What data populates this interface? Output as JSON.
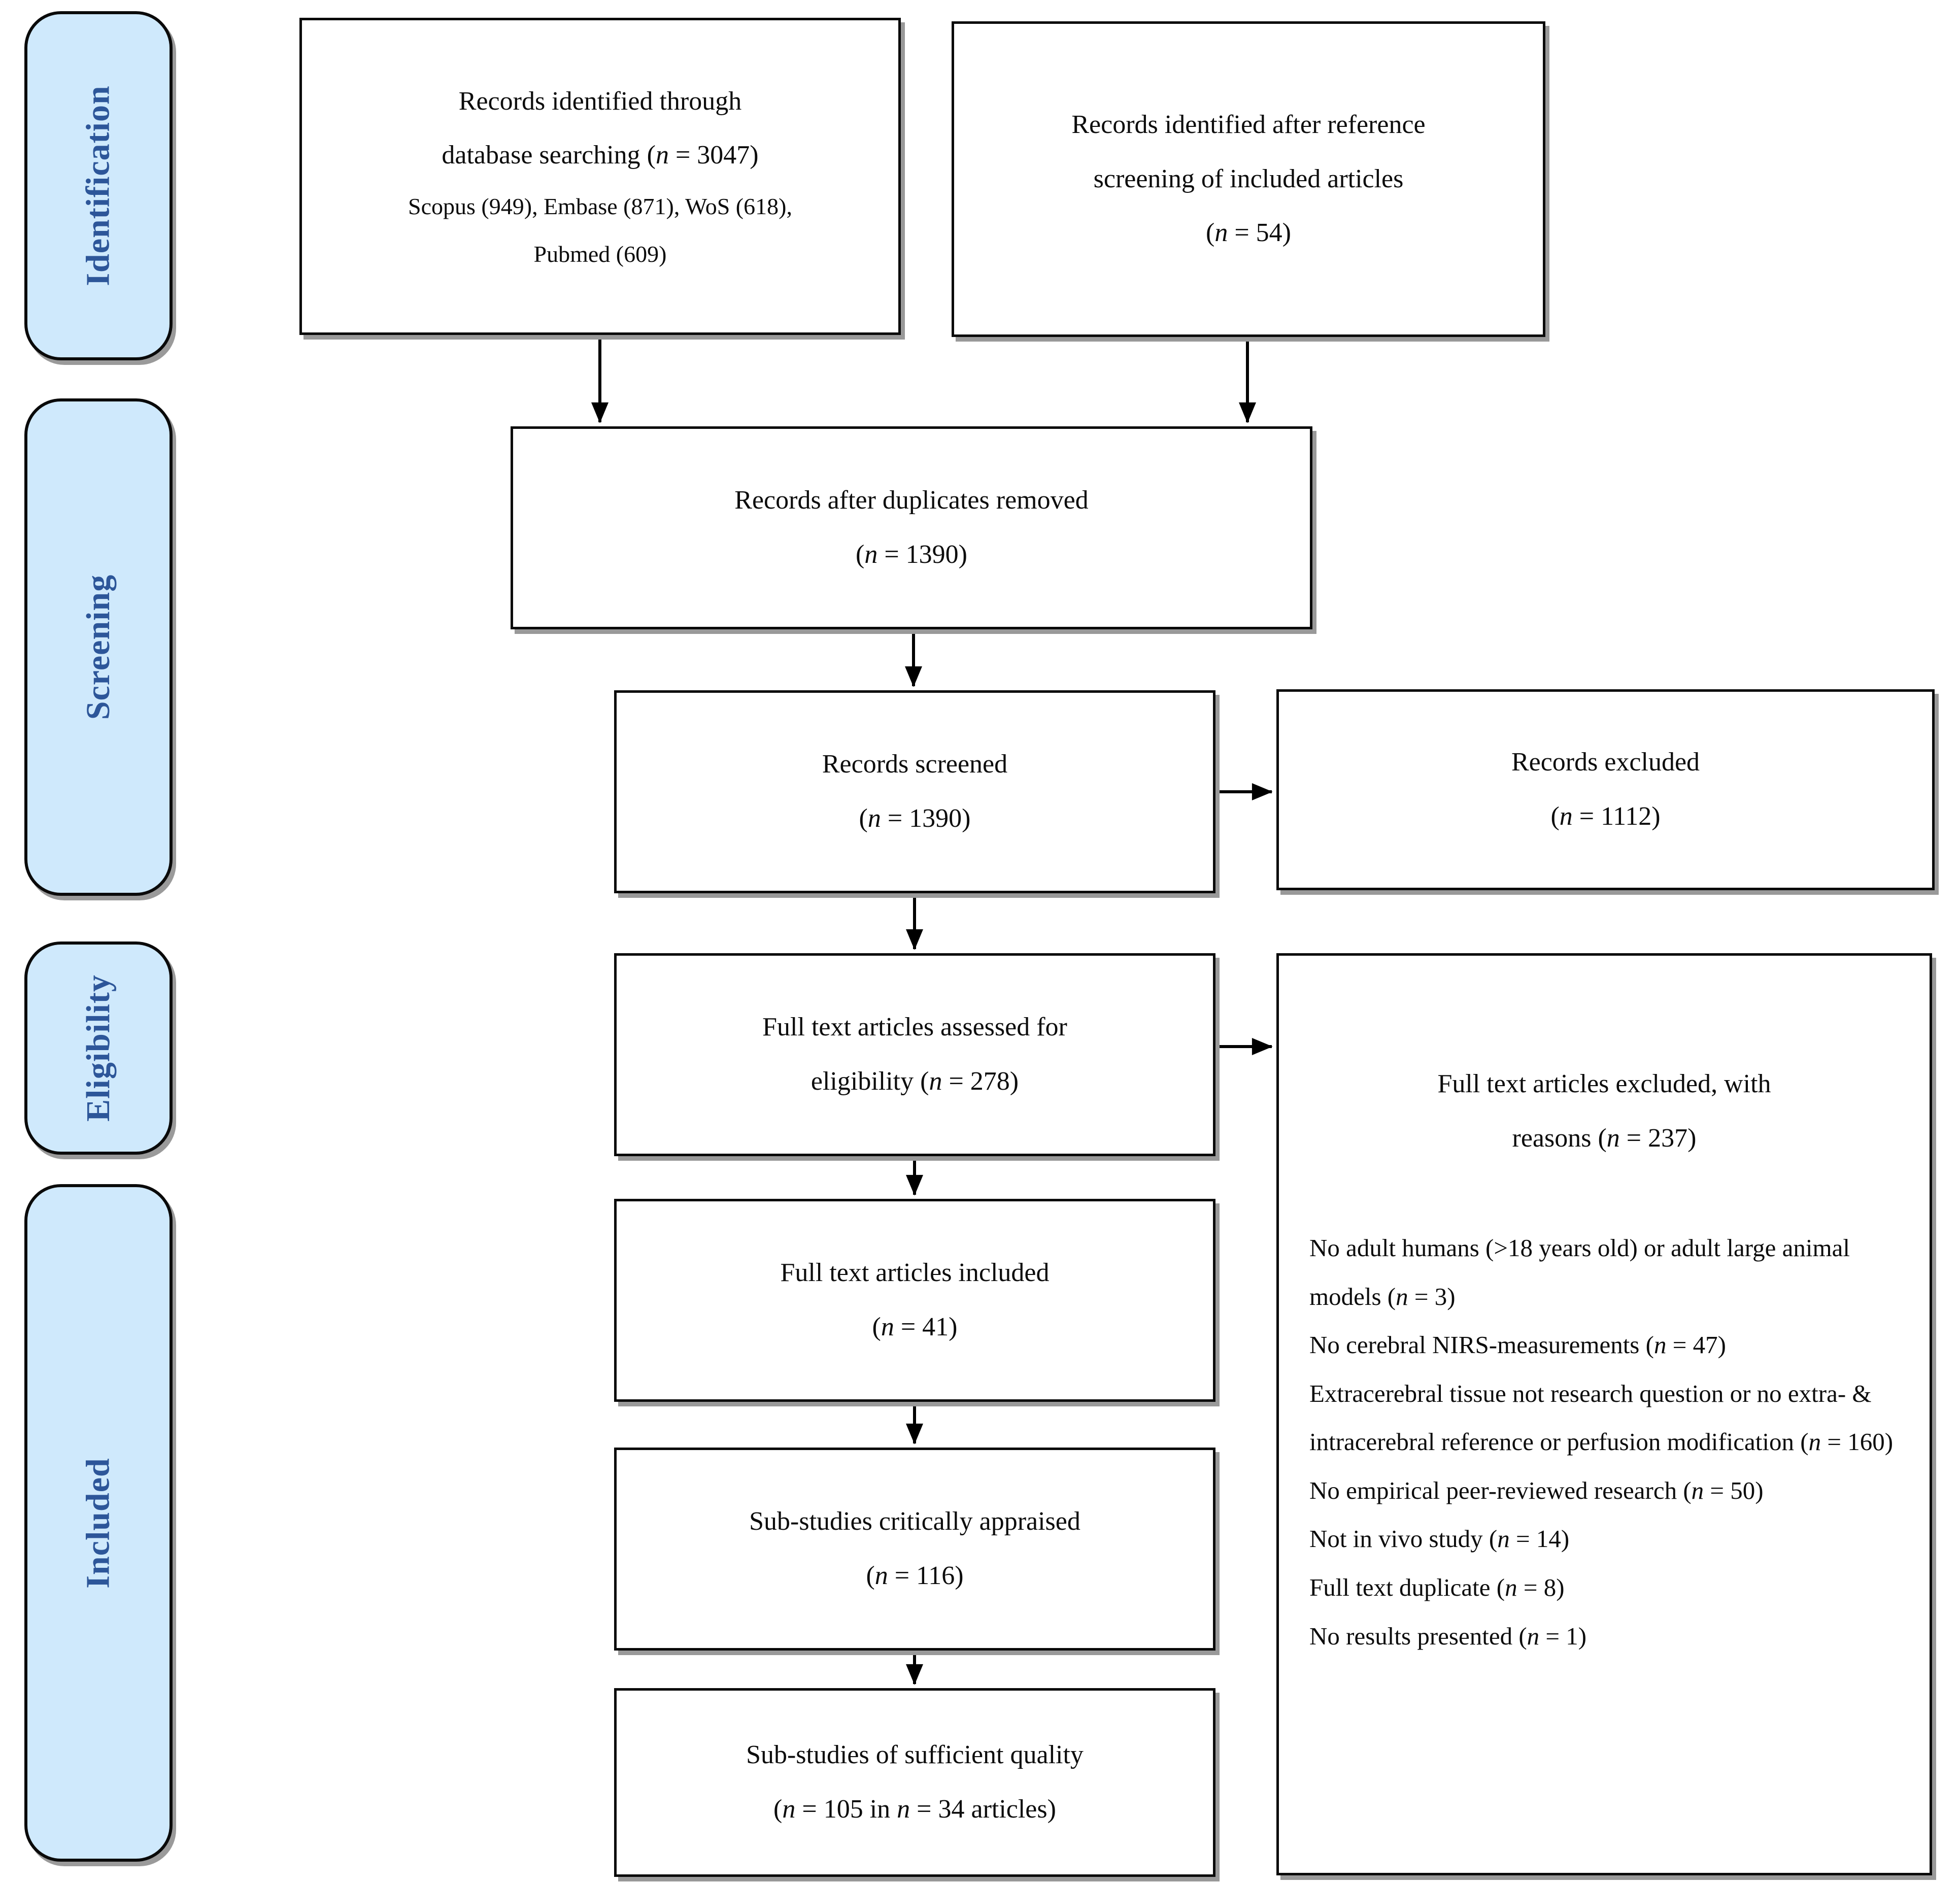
{
  "figure": {
    "type": "PRISMA flow diagram",
    "background": "#ffffff"
  },
  "colors": {
    "stage_fill": "#cfe9fc",
    "stage_label": "#2d5699",
    "box_fill": "#ffffff",
    "box_border": "#0a0a0a",
    "arrow": "#000000",
    "shadow": "#999999"
  },
  "sidebar": {
    "stages": [
      {
        "label": "Identification"
      },
      {
        "label": "Screening"
      },
      {
        "label": "Eligibility"
      },
      {
        "label": "Included"
      }
    ]
  },
  "flow": {
    "identified_db": {
      "lines": [
        "Records identified through",
        "database searching (n = 3047)",
        "Scopus (949), Embase (871), WoS (618),",
        "Pubmed (609)"
      ]
    },
    "identified_ref": {
      "lines": [
        "Records identified after reference",
        "screening of included articles",
        "(n = 54)"
      ]
    },
    "dedup": {
      "lines": [
        "Records after duplicates removed",
        "(n = 1390)"
      ]
    },
    "screened": {
      "lines": [
        "Records screened",
        "(n = 1390)"
      ]
    },
    "records_excluded": {
      "lines": [
        "Records excluded",
        "(n = 1112)"
      ]
    },
    "fulltext_assessed": {
      "lines": [
        "Full text articles assessed for",
        "eligibility (n = 278)"
      ]
    },
    "fulltext_excluded": {
      "header_lines": [
        "Full text articles excluded, with",
        "reasons (n = 237)"
      ],
      "reasons": [
        "No adult humans (>18 years old) or adult large animal models (n = 3)",
        "No cerebral NIRS-measurements (n = 47)",
        "Extracerebral tissue not research question or no extra- & intracerebral reference or perfusion modification (n = 160)",
        "No empirical peer-reviewed research (n = 50)",
        "Not in vivo study (n = 14)",
        "Full text duplicate (n = 8)",
        "No results presented (n = 1)"
      ]
    },
    "fulltext_included": {
      "lines": [
        "Full text articles included",
        "(n = 41)"
      ]
    },
    "substudies_appraised": {
      "lines": [
        "Sub-studies critically appraised",
        "(n = 116)"
      ]
    },
    "substudies_quality": {
      "lines": [
        "Sub-studies of sufficient quality",
        "(n = 105 in n = 34 articles)"
      ]
    }
  }
}
